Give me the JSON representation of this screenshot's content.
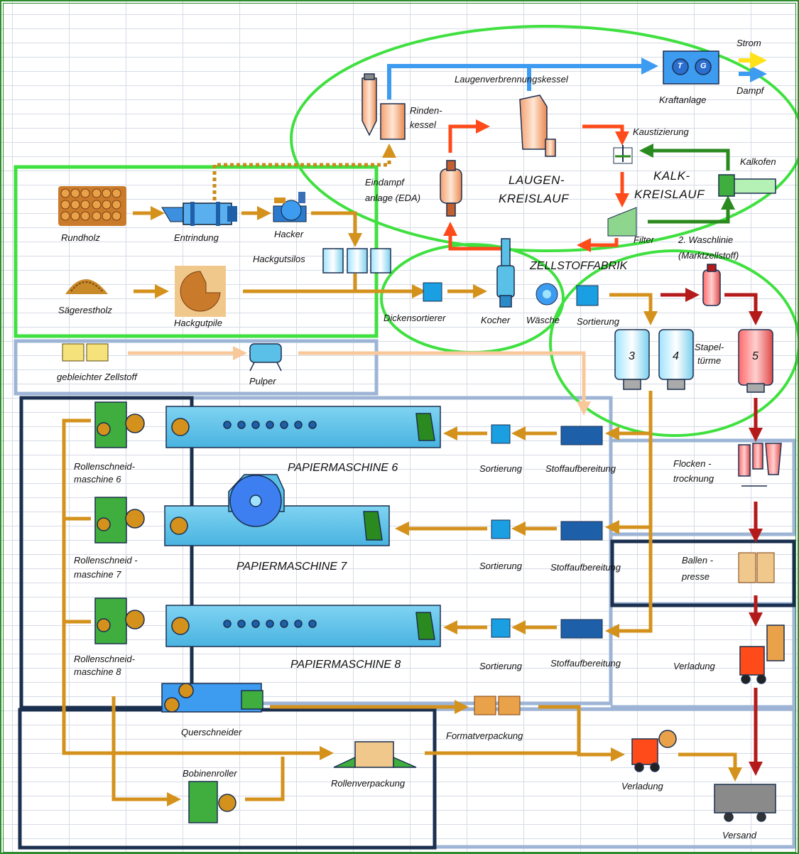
{
  "labels": {
    "strom": "Strom",
    "dampf": "Dampf",
    "kraftanlage": "Kraftanlage",
    "laugenverbrennungskessel": "Laugenverbrennungskessel",
    "rindenkessel_1": "Rinden-",
    "rindenkessel_2": "kessel",
    "kaustizierung": "Kaustizierung",
    "kalkofen": "Kalkofen",
    "eindampf_1": "Eindampf",
    "eindampf_2": "anlage     (EDA)",
    "laugenkreislauf_1": "LAUGEN-",
    "laugenkreislauf_2": "KREISLAUF",
    "kalkkreislauf_1": "KALK-",
    "kalkkreislauf_2": "KREISLAUF",
    "filter": "Filter",
    "waschlinie_1": "2. Waschlinie",
    "waschlinie_2": "(Marktzellstoff)",
    "zellstofffabrik": "ZELLSTOFFABRIK",
    "rundholz": "Rundholz",
    "entrindung": "Entrindung",
    "hacker": "Hacker",
    "hackgutsilos": "Hackgutsilos",
    "saegerestholz": "Sägerestholz",
    "hackgutpile": "Hackgutpile",
    "dickensortierer": "Dickensortierer",
    "kocher": "Kocher",
    "waesche": "Wäsche",
    "sortierung_zf": "Sortierung",
    "stapeltuerme_1": "Stapel-",
    "stapeltuerme_2": "türme",
    "tower_3": "3",
    "tower_4": "4",
    "tower_5": "5",
    "gebleichter_zellstoff": "gebleichter Zellstoff",
    "pulper": "Pulper",
    "rollenschneid6_1": "Rollenschneid-",
    "rollenschneid6_2": "maschine  6",
    "rollenschneid7_1": "Rollenschneid -",
    "rollenschneid7_2": "maschine  7",
    "rollenschneid8_1": "Rollenschneid-",
    "rollenschneid8_2": "maschine  8",
    "papiermaschine6": "PAPIERMASCHINE  6",
    "papiermaschine7": "PAPIERMASCHINE  7",
    "papiermaschine8": "PAPIERMASCHINE  8",
    "sortierung6": "Sortierung",
    "sortierung7": "Sortierung",
    "sortierung8": "Sortierung",
    "stoffaufbereitung6": "Stoffaufbereitung",
    "stoffaufbereitung7": "Stoffaufbereitung",
    "stoffaufbereitung8": "Stoffaufbereitung",
    "flockentrocknung_1": "Flocken -",
    "flockentrocknung_2": "trocknung",
    "ballenpresse_1": "Ballen -",
    "ballenpresse_2": "presse",
    "verladung_right": "Verladung",
    "querschneider": "Querschneider",
    "formatverpackung": "Formatverpackung",
    "bobinenroller": "Bobinenroller",
    "rollenverpackung": "Rollenverpackung",
    "verladung_bottom": "Verladung",
    "versand": "Versand",
    "turbine_t": "T",
    "turbine_g": "G"
  },
  "colors": {
    "wood_flow": "#d4921c",
    "lye_flow": "#ff4a1a",
    "lime_flow": "#2a8a1f",
    "steam_flow": "#3d9bf0",
    "power_flow": "#ffe21a",
    "market_pulp_flow": "#b51a1a",
    "bleached_pulp_flow": "#f8c89b",
    "circle_green": "#3fe03f",
    "box_light_blue": "#9db4d6",
    "box_dark_navy": "#1b2f4f",
    "machine_blue": "#5ac0e8",
    "machine_green": "#3fae3f"
  }
}
